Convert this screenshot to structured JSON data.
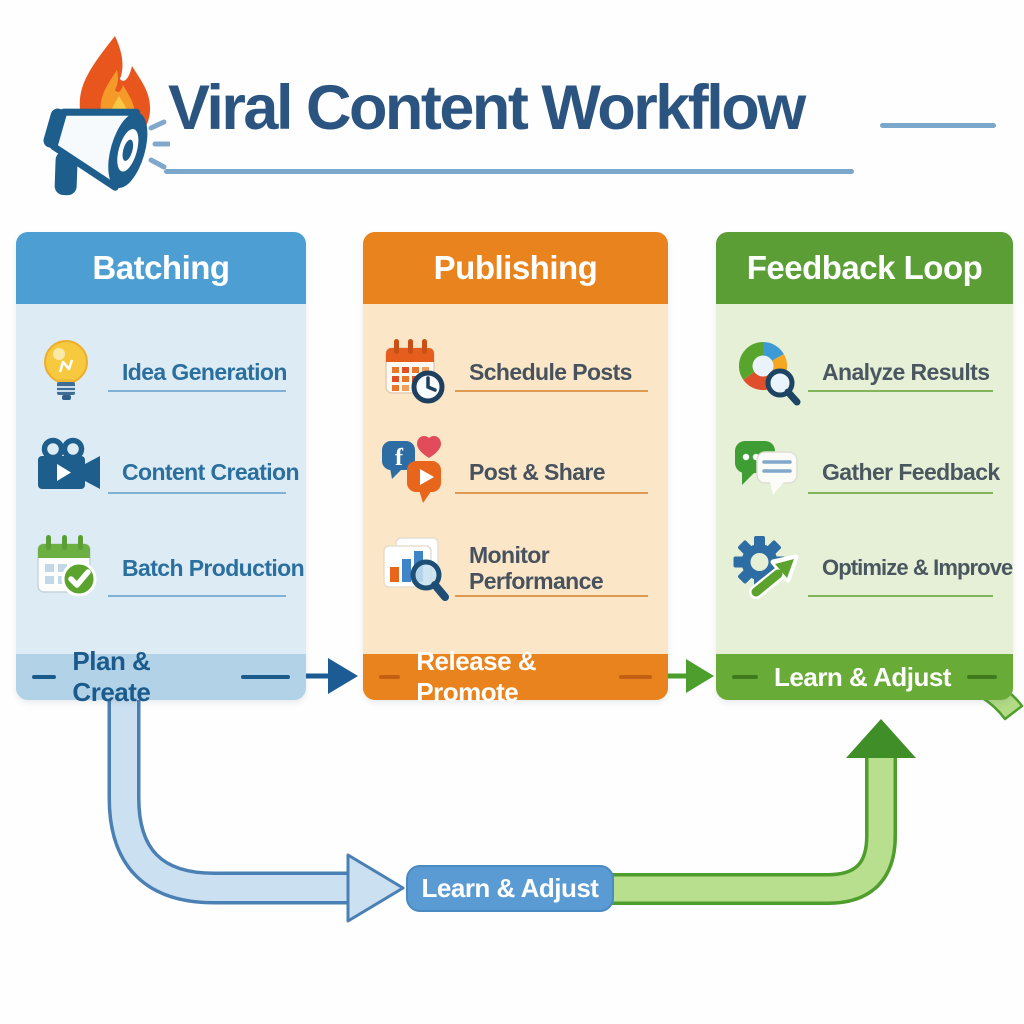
{
  "header": {
    "title": "Viral Content Workflow",
    "logo_icon": "megaphone-flame-icon"
  },
  "cards": [
    {
      "title": "Batching",
      "footer": "Plan & Create",
      "accent": "#4D9ED2",
      "items": [
        {
          "icon": "lightbulb-icon",
          "label": "Idea Generation"
        },
        {
          "icon": "video-camera-icon",
          "label": "Content Creation"
        },
        {
          "icon": "calendar-check-icon",
          "label": "Batch Production"
        }
      ]
    },
    {
      "title": "Publishing",
      "footer": "Release & Promote",
      "accent": "#E8831E",
      "items": [
        {
          "icon": "calendar-clock-icon",
          "label": "Schedule Posts"
        },
        {
          "icon": "social-bubbles-icon",
          "label": "Post & Share",
          "facebook_glyph": "f"
        },
        {
          "icon": "chart-magnifier-icon",
          "label": "Monitor Performance"
        }
      ]
    },
    {
      "title": "Feedback Loop",
      "footer": "Learn & Adjust",
      "accent": "#5A9E35",
      "items": [
        {
          "icon": "pie-chart-magnifier-icon",
          "label": "Analyze Results"
        },
        {
          "icon": "chat-bubbles-icon",
          "label": "Gather Feedback"
        },
        {
          "icon": "gear-arrow-icon",
          "label": "Optimize & Improve"
        }
      ]
    }
  ],
  "flow": {
    "loop_label": "Learn & Adjust",
    "arrow_1_color": "#1D5B94",
    "arrow_2_color": "#4C9E2D",
    "loop_left_color": "#CBE1F2",
    "loop_right_color": "#B7DF8E"
  },
  "colors": {
    "title": "#2B5580",
    "title_underline": "#7BA7CB",
    "pill": "#5B9BD3"
  }
}
